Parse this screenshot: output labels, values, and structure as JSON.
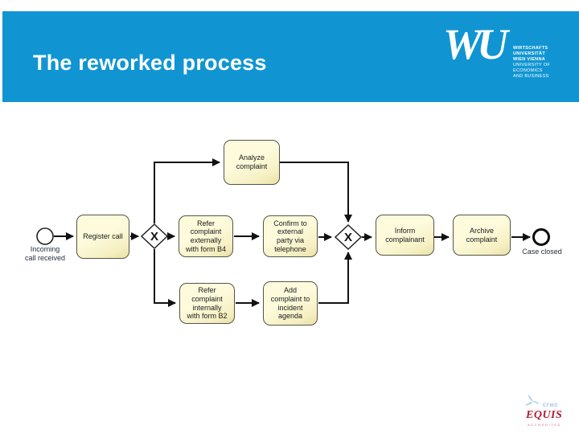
{
  "colors": {
    "header_blue": "#1095d2",
    "task_fill": "#fbf7cf",
    "task_border": "#55554a",
    "flow_line": "#111111",
    "equis_red": "#b01c34",
    "efmd_blue": "#a9c9e4"
  },
  "header": {
    "title": "The reworked process"
  },
  "wu_logo": {
    "monogram": "WU",
    "lines": [
      "WIRTSCHAFTS",
      "UNIVERSITÄT",
      "WIEN VIENNA",
      "UNIVERSITY OF",
      "ECONOMICS",
      "AND BUSINESS"
    ]
  },
  "diagram": {
    "type": "bpmn-process",
    "start_event": {
      "label": "Incoming\ncall received"
    },
    "end_event": {
      "label": "Case closed"
    },
    "gateways": [
      {
        "type": "exclusive-split",
        "label": "X"
      },
      {
        "type": "exclusive-join",
        "label": "X"
      }
    ],
    "tasks": [
      {
        "label": "Register call"
      },
      {
        "label": "Analyze\ncomplaint"
      },
      {
        "label": "Refer\ncomplaint\nexternally\nwith form B4"
      },
      {
        "label": "Confirm to\nexternal\nparty via\ntelephone"
      },
      {
        "label": "Refer\ncomplaint\ninternally\nwith form B2"
      },
      {
        "label": "Add\ncomplaint to\nincident\nagenda"
      },
      {
        "label": "Inform\ncomplainant"
      },
      {
        "label": "Archive\ncomplaint"
      }
    ]
  },
  "equis_logo": {
    "efmd": "EFMD",
    "equis": "EQUIS",
    "accredited": "ACCREDITED"
  }
}
